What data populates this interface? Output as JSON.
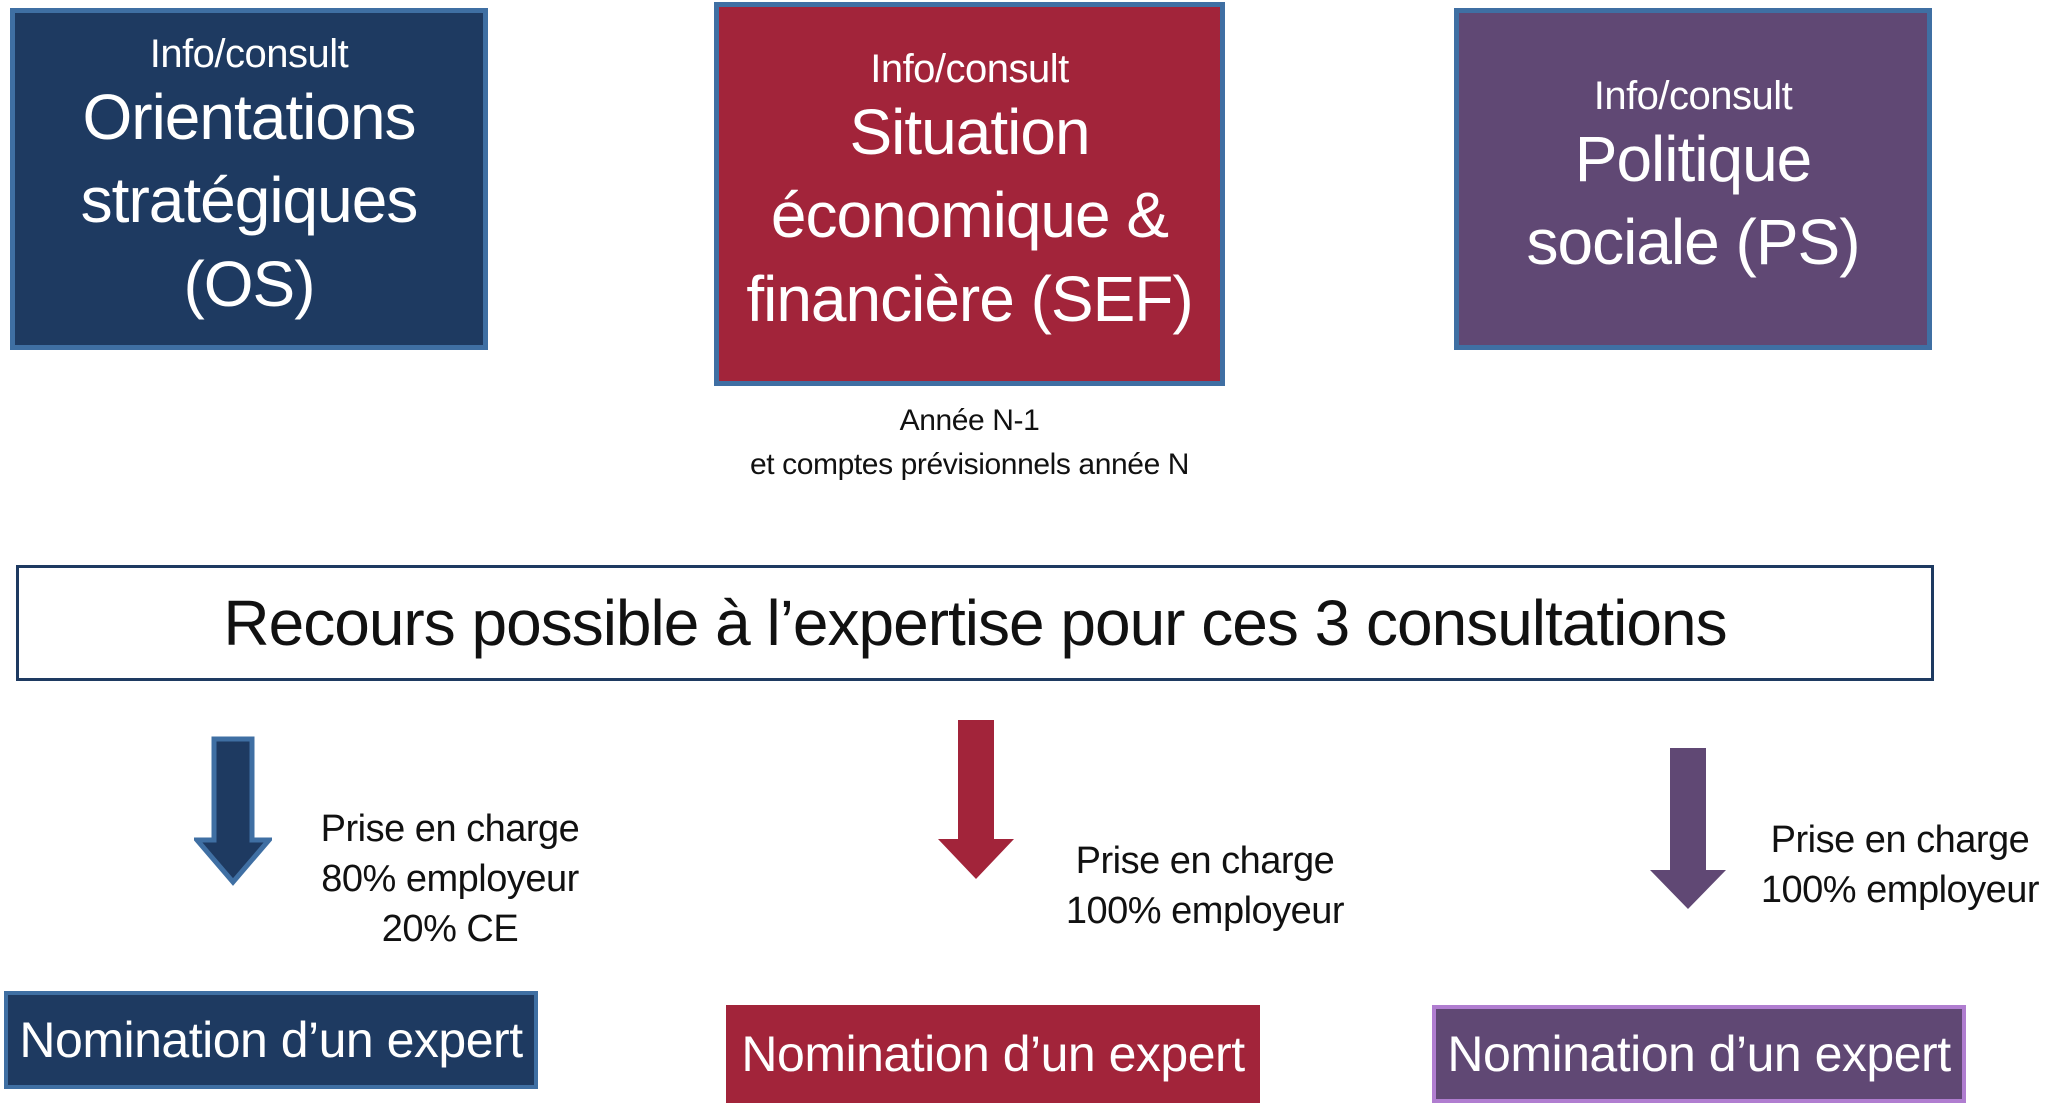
{
  "boxes": {
    "os": {
      "kicker": "Info/consult",
      "title_lines": [
        "Orientations",
        "stratégiques",
        "(OS)"
      ]
    },
    "sef": {
      "kicker": "Info/consult",
      "title_lines": [
        "Situation",
        "économique &",
        "financière (SEF)"
      ]
    },
    "ps": {
      "kicker": "Info/consult",
      "title_lines": [
        "Politique",
        "sociale (PS)"
      ]
    }
  },
  "sef_notes": [
    "Année N-1",
    "et comptes prévisionnels année N"
  ],
  "banner": "Recours possible à l’expertise pour ces 3 consultations",
  "costs": {
    "os": [
      "Prise en charge",
      "80% employeur",
      "20% CE"
    ],
    "sef": [
      "Prise en charge",
      "100% employeur"
    ],
    "ps": [
      "Prise en charge",
      "100% employeur"
    ]
  },
  "nominations": {
    "os": "Nomination d’un expert",
    "sef": "Nomination d’un expert",
    "ps": "Nomination d’un expert"
  },
  "colors": {
    "os": "#1e3a61",
    "sef": "#a2243a",
    "ps": "#604874",
    "border_blue": "#3f6fa3"
  },
  "icons": [
    "arrow-down-icon",
    "arrow-down-icon",
    "arrow-down-icon"
  ]
}
